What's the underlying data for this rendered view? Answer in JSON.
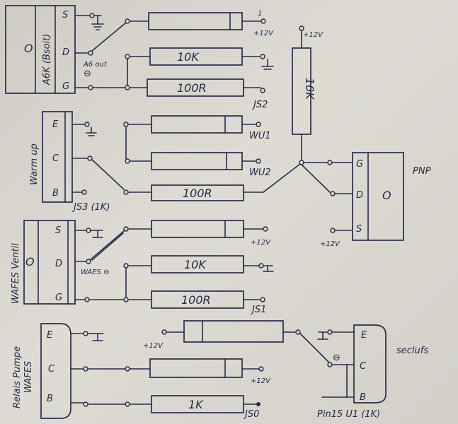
{
  "top_block": {
    "pins": [
      "S",
      "D",
      "G"
    ],
    "name": "A6K (Bsoit)",
    "letter": "O",
    "out_label": "A6 out",
    "minus": "⊖"
  },
  "warmup_block": {
    "pins": [
      "E",
      "C",
      "B"
    ],
    "name": "Warm up",
    "js_label": "JS3 (1K)"
  },
  "wafes_block": {
    "pins": [
      "S",
      "D",
      "G"
    ],
    "name": "WAFES Ventil",
    "letter": "O",
    "sw_label": "WAES ⊖"
  },
  "relais_block": {
    "pins": [
      "E",
      "C",
      "B"
    ],
    "name": "Relais Pumpe WAFES"
  },
  "pnp": {
    "pins": [
      "G",
      "D",
      "S"
    ],
    "letter": "O",
    "label": "PNP",
    "supply": "+12V"
  },
  "resistors": {
    "r10k_a": "10K",
    "r100r_a": "100R",
    "r100r_b": "100R",
    "r10k_b": "10K",
    "r100r_c": "100R",
    "r1k": "1K",
    "r10k_vert": "10K"
  },
  "terminals": {
    "t1": "1",
    "p12_1": "+12V",
    "p12_top": "+12V",
    "js2": "JS2",
    "wu1": "WU1",
    "wu2": "WU2",
    "p12_2": "+12V",
    "js1": "JS1",
    "p12_3": "+12V",
    "p12_4": "+12V",
    "js0": "JS0",
    "minus2": "⊖"
  },
  "seclight": {
    "pins": [
      "E",
      "C",
      "B"
    ],
    "label": "seclufs",
    "pin_label": "Pin15 U1 (1K)"
  }
}
